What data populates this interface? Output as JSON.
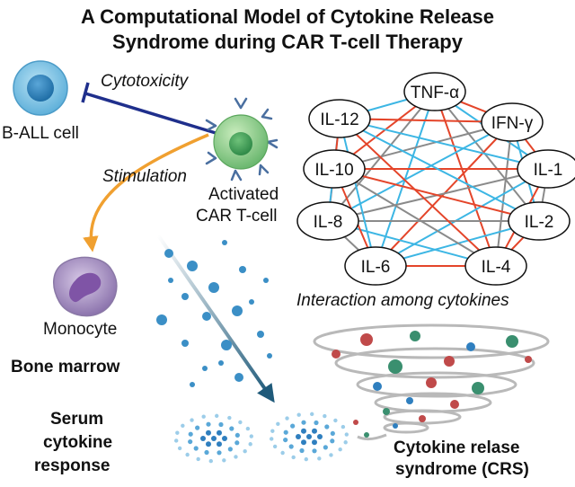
{
  "title": {
    "line1": "A Computational Model of Cytokine Release",
    "line2": "Syndrome during CAR T-cell Therapy"
  },
  "cells": {
    "ball": "B-ALL cell",
    "cytotoxicity": "Cytotoxicity",
    "stimulation": "Stimulation",
    "cart_line1": "Activated",
    "cart_line2": "CAR T-cell",
    "monocyte": "Monocyte",
    "bone_marrow": "Bone marrow"
  },
  "serum": {
    "line1": "Serum",
    "line2": "cytokine",
    "line3": "response"
  },
  "crs": {
    "line1": "Cytokine relase",
    "line2": "syndrome (CRS)"
  },
  "network": {
    "caption": "Interaction among cytokines",
    "nodes": [
      "TNF-α",
      "IFN-γ",
      "IL-1",
      "IL-2",
      "IL-4",
      "IL-6",
      "IL-8",
      "IL-10",
      "IL-12"
    ]
  },
  "colors": {
    "blood_cell": "#6ab6dc",
    "nucleus": "#2f7fb5",
    "tcell": "#7cc47e",
    "inhibit_line": "#1f2f8c",
    "stim_arrow": "#f0a030",
    "monocyte": "#9b82b8",
    "edge_red": "#e4452a",
    "edge_blue": "#3cb6e4",
    "edge_gray": "#8a8a8a",
    "arrow_dark": "#1f5a7a"
  }
}
